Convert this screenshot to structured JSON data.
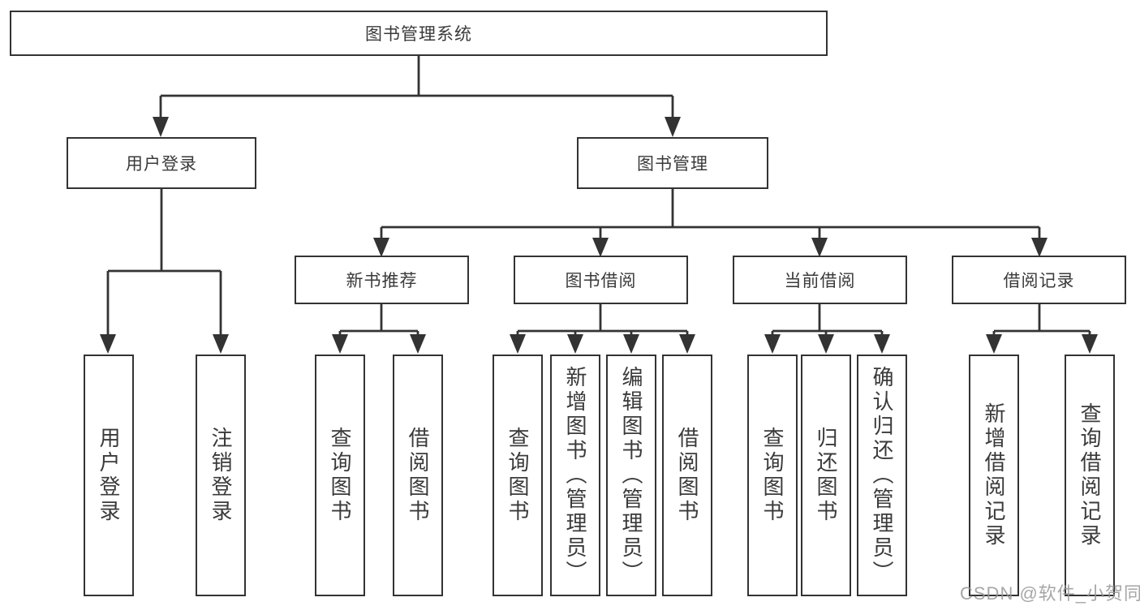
{
  "diagram": {
    "root": {
      "label": "图书管理系统"
    },
    "branches": [
      {
        "label": "用户登录",
        "children": [
          {
            "label": "用户登录"
          },
          {
            "label": "注销登录"
          }
        ]
      },
      {
        "label": "图书管理",
        "children": [
          {
            "label": "新书推荐",
            "children": [
              {
                "label": "查询图书"
              },
              {
                "label": "借阅图书"
              }
            ]
          },
          {
            "label": "图书借阅",
            "children": [
              {
                "label": "查询图书"
              },
              {
                "label": "新增图书（管理员）"
              },
              {
                "label": "编辑图书（管理员）"
              },
              {
                "label": "借阅图书"
              }
            ]
          },
          {
            "label": "当前借阅",
            "children": [
              {
                "label": "查询图书"
              },
              {
                "label": "归还图书"
              },
              {
                "label": "确认归还（管理员）"
              }
            ]
          },
          {
            "label": "借阅记录",
            "children": [
              {
                "label": "新增借阅记录"
              },
              {
                "label": "查询借阅记录"
              }
            ]
          }
        ]
      }
    ]
  },
  "watermark": {
    "text": "CSDN @软件_小贺同学"
  },
  "colors": {
    "line": "#333333",
    "text": "#3a3a3a",
    "watermark": "#969696",
    "background": "#ffffff"
  }
}
